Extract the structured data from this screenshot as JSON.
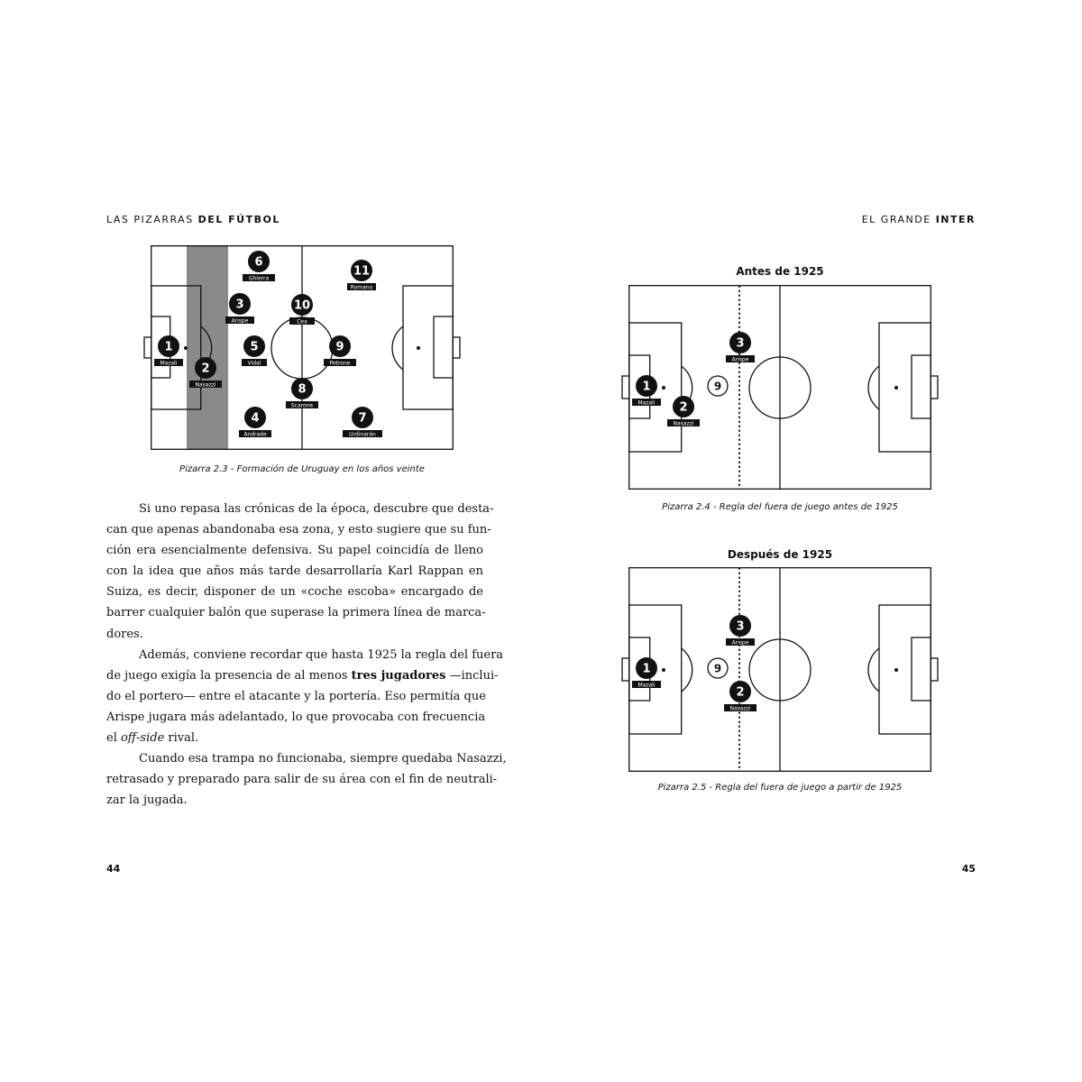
{
  "running_heads": {
    "left": {
      "normal": "LAS PIZARRAS ",
      "bold": "DEL FÚTBOL"
    },
    "right": {
      "normal": "EL GRANDE ",
      "bold": "INTER"
    }
  },
  "page_numbers": {
    "left": "44",
    "right": "45"
  },
  "diagram_1": {
    "caption": "Pizarra 2.3 - Formación de Uruguay en los años veinte",
    "players": [
      {
        "num": "6",
        "label": "Ghierra"
      },
      {
        "num": "11",
        "label": "Romano"
      },
      {
        "num": "3",
        "label": "Arispe"
      },
      {
        "num": "10",
        "label": "Cea"
      },
      {
        "num": "1",
        "label": "Mazali"
      },
      {
        "num": "5",
        "label": "Vidal"
      },
      {
        "num": "9",
        "label": "Petrone"
      },
      {
        "num": "2",
        "label": "Nasazzi"
      },
      {
        "num": "8",
        "label": "Scarone"
      },
      {
        "num": "4",
        "label": "Andrade"
      },
      {
        "num": "7",
        "label": "Urdinarán"
      }
    ]
  },
  "diagram_2": {
    "title": "Antes de 1925",
    "caption": "Pizarra 2.4 - Regla del fuera de juego antes de 1925",
    "players": [
      {
        "num": "3",
        "label": "Arispe"
      },
      {
        "num": "1",
        "label": "Mazali"
      },
      {
        "num": "2",
        "label": "Nasazzi"
      }
    ],
    "attacker": "9"
  },
  "diagram_3": {
    "title": "Después de 1925",
    "caption": "Pizarra 2.5 - Regla del fuera de juego a partir de 1925",
    "players": [
      {
        "num": "3",
        "label": "Arispe"
      },
      {
        "num": "1",
        "label": "Mazali"
      },
      {
        "num": "2",
        "label": "Nasazzi"
      }
    ],
    "attacker": "9"
  },
  "body": {
    "p1_lines": [
      "Si uno repasa las crónicas de la época, descubre que desta-",
      "can que apenas abandonaba esa zona, y esto sugiere que su fun-",
      "ción era esencialmente defensiva. Su papel coincidía de lleno",
      "con la idea que años más tarde desarrollaría Karl Rappan en",
      "Suiza, es decir, disponer de un «coche escoba» encargado de",
      "barrer cualquier balón que superase la primera línea de marca-",
      "dores."
    ],
    "p2_line1": "Además, conviene recordar que hasta 1925 la regla del fuera",
    "p2_line2_a": "de juego exigía la presencia de al menos ",
    "p2_line2_bold": "tres jugadores",
    "p2_line2_b": " —inclui-",
    "p2_line3": "do el portero— entre el atacante y la portería. Eso permitía que",
    "p2_line4": "Arispe jugara más adelantado, lo que provocaba con frecuencia",
    "p2_line5_a": "el ",
    "p2_line5_italic": "off-side",
    "p2_line5_b": " rival.",
    "p3_lines": [
      "Cuando esa trampa no funcionaba, siempre quedaba Nasazzi,",
      "retrasado y preparado para salir de su área con el fin de neutrali-",
      "zar la jugada."
    ]
  }
}
